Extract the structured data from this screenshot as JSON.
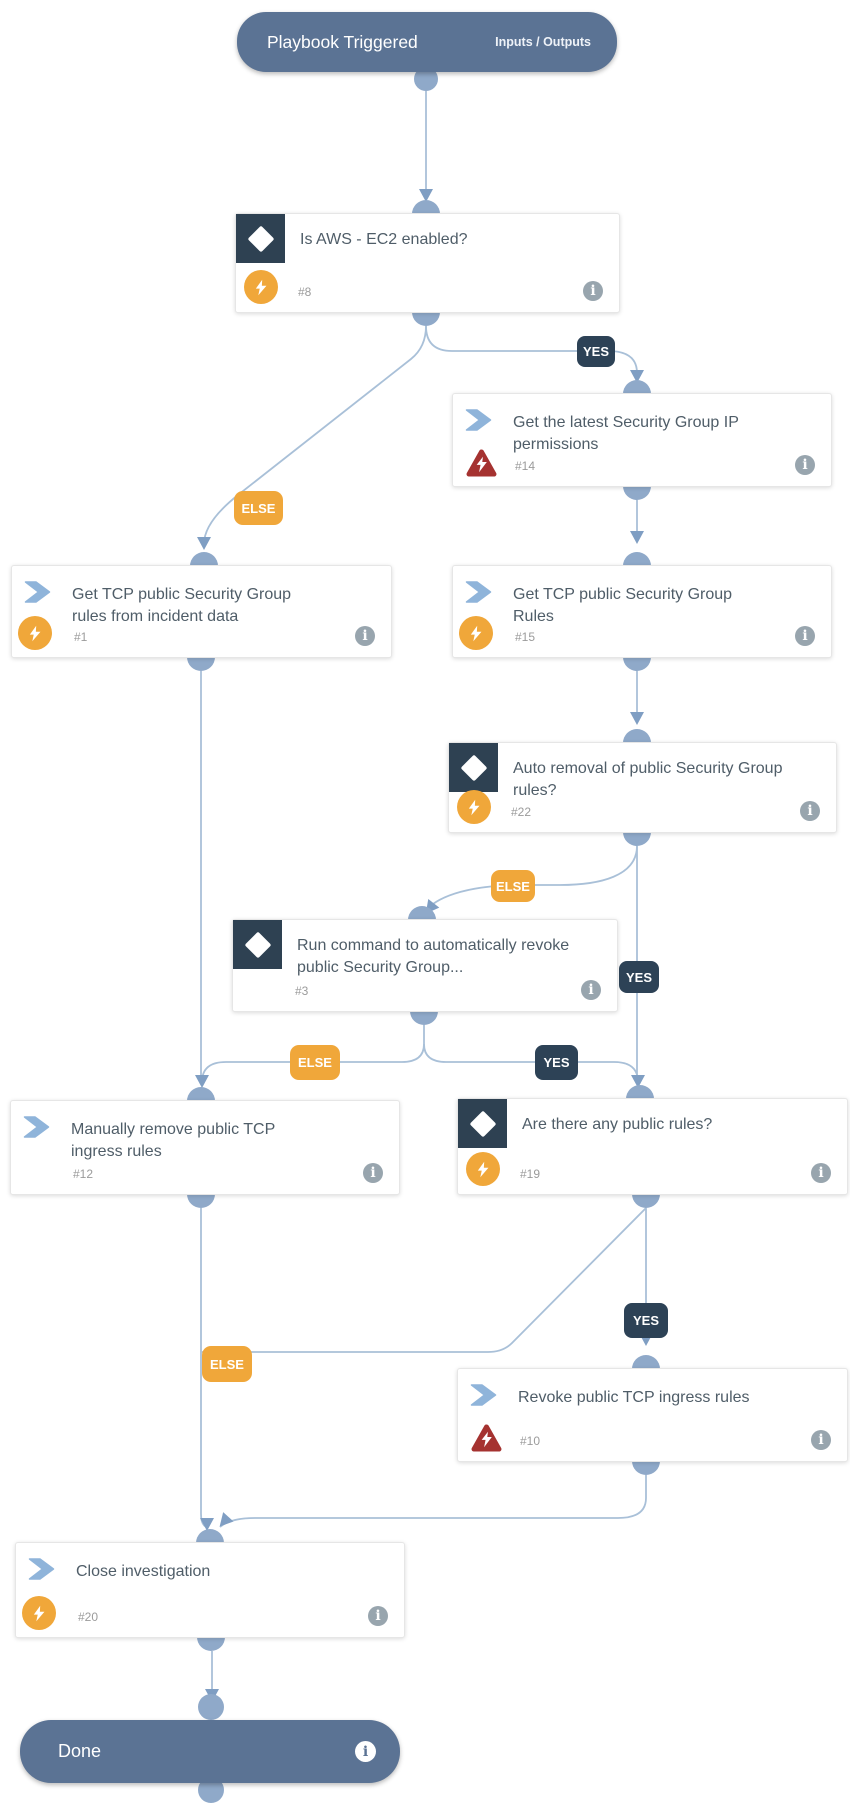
{
  "icons": {
    "info_glyph": "i"
  },
  "colors": {
    "header_blue": "#5b7394",
    "edge_blue": "#a9c0d8",
    "connector_blue": "#8fa9c9",
    "arrow_blue": "#7f9ec3",
    "condition_dark": "#2e4152",
    "chevron_blue": "#8fb4da",
    "status_success_orange": "#f0a73a",
    "status_error_red": "#a53230",
    "badge_yes_navy": "#2d4256",
    "badge_else_orange": "#f0a73a",
    "title_gray": "#4f5d68",
    "id_gray": "#9b9b9b",
    "info_gray": "#98a5ae",
    "card_border": "#e6e6e6"
  },
  "diagram": {
    "start": {
      "title": "Playbook Triggered",
      "io_label": "Inputs / Outputs"
    },
    "end": {
      "title": "Done"
    },
    "nodes": [
      {
        "id": "#8",
        "title": "Is AWS - EC2 enabled?",
        "type": "condition",
        "status": "success"
      },
      {
        "id": "#14",
        "title": "Get the latest Security Group IP permissions",
        "type": "task",
        "status": "error"
      },
      {
        "id": "#1",
        "title": "Get TCP public Security Group rules from incident data",
        "type": "task",
        "status": "success"
      },
      {
        "id": "#15",
        "title": "Get TCP public Security Group Rules",
        "type": "task",
        "status": "success"
      },
      {
        "id": "#22",
        "title": "Auto removal of public Security Group rules?",
        "type": "condition",
        "status": "success"
      },
      {
        "id": "#3",
        "title": "Run command to automatically revoke public Security Group...",
        "type": "condition",
        "status": "none"
      },
      {
        "id": "#12",
        "title": "Manually remove public TCP ingress rules",
        "type": "task",
        "status": "none"
      },
      {
        "id": "#19",
        "title": "Are there any public rules?",
        "type": "condition",
        "status": "success"
      },
      {
        "id": "#10",
        "title": "Revoke public TCP ingress rules",
        "type": "task",
        "status": "error"
      },
      {
        "id": "#20",
        "title": "Close investigation",
        "type": "task",
        "status": "success"
      }
    ],
    "badges": [
      {
        "label": "YES"
      },
      {
        "label": "ELSE"
      },
      {
        "label": "ELSE"
      },
      {
        "label": "YES"
      },
      {
        "label": "ELSE"
      },
      {
        "label": "YES"
      },
      {
        "label": "YES"
      },
      {
        "label": "ELSE"
      }
    ]
  }
}
